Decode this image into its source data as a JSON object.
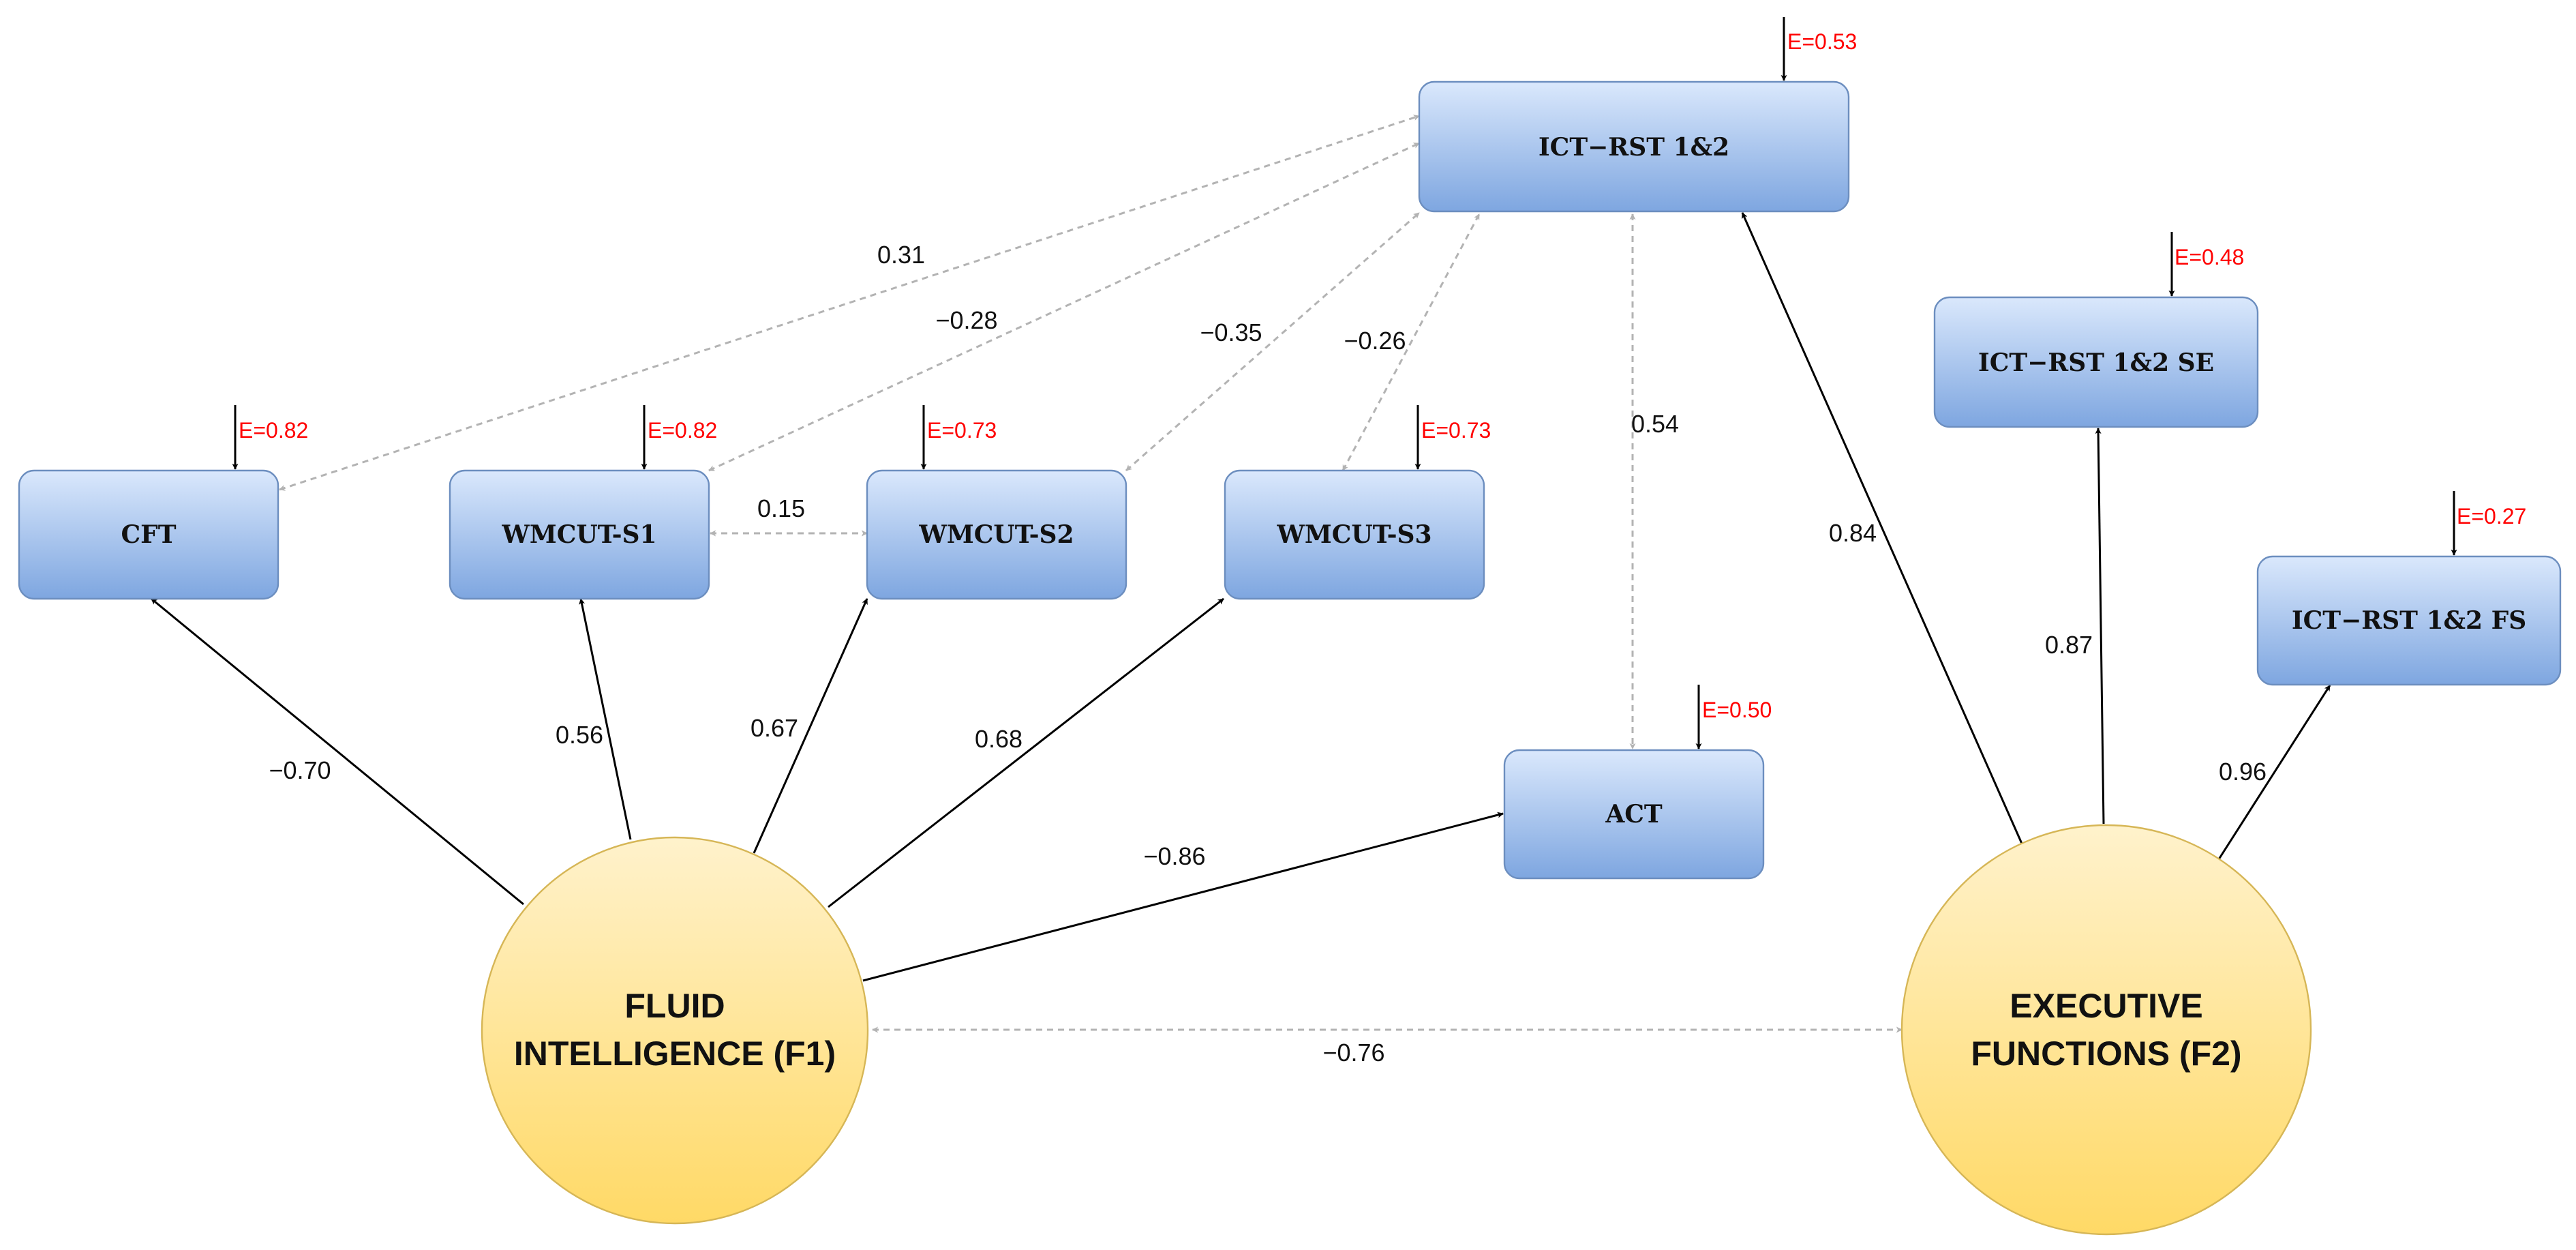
{
  "nodes": {
    "ict_rst": {
      "label": "ICT−RST 1&2",
      "error": "E=0.53"
    },
    "ict_rst_se": {
      "label": "ICT−RST 1&2 SE",
      "error": "E=0.48"
    },
    "ict_rst_fs": {
      "label": "ICT−RST 1&2 FS",
      "error": "E=0.27"
    },
    "cft": {
      "label": "CFT",
      "error": "E=0.82"
    },
    "wmcut_s1": {
      "label": "WMCUT-S1",
      "error": "E=0.82"
    },
    "wmcut_s2": {
      "label": "WMCUT-S2",
      "error": "E=0.73"
    },
    "wmcut_s3": {
      "label": "WMCUT-S3",
      "error": "E=0.73"
    },
    "act": {
      "label": "ACT",
      "error": "E=0.50"
    }
  },
  "factors": {
    "f1": {
      "line1": "FLUID",
      "line2": "INTELLIGENCE (F1)"
    },
    "f2": {
      "line1": "EXECUTIVE",
      "line2": "FUNCTIONS (F2)"
    }
  },
  "edges": {
    "f1_cft": "−0.70",
    "f1_s1": "0.56",
    "f1_s2": "0.67",
    "f1_s3": "0.68",
    "f1_act": "−0.86",
    "f2_ict": "0.84",
    "f2_se": "0.87",
    "f2_fs": "0.96",
    "cft_ict": "0.31",
    "s1_ict": "−0.28",
    "s2_ict": "−0.35",
    "s3_ict": "−0.26",
    "ict_act": "0.54",
    "s1_s2": "0.15",
    "f1_f2": "−0.76"
  }
}
